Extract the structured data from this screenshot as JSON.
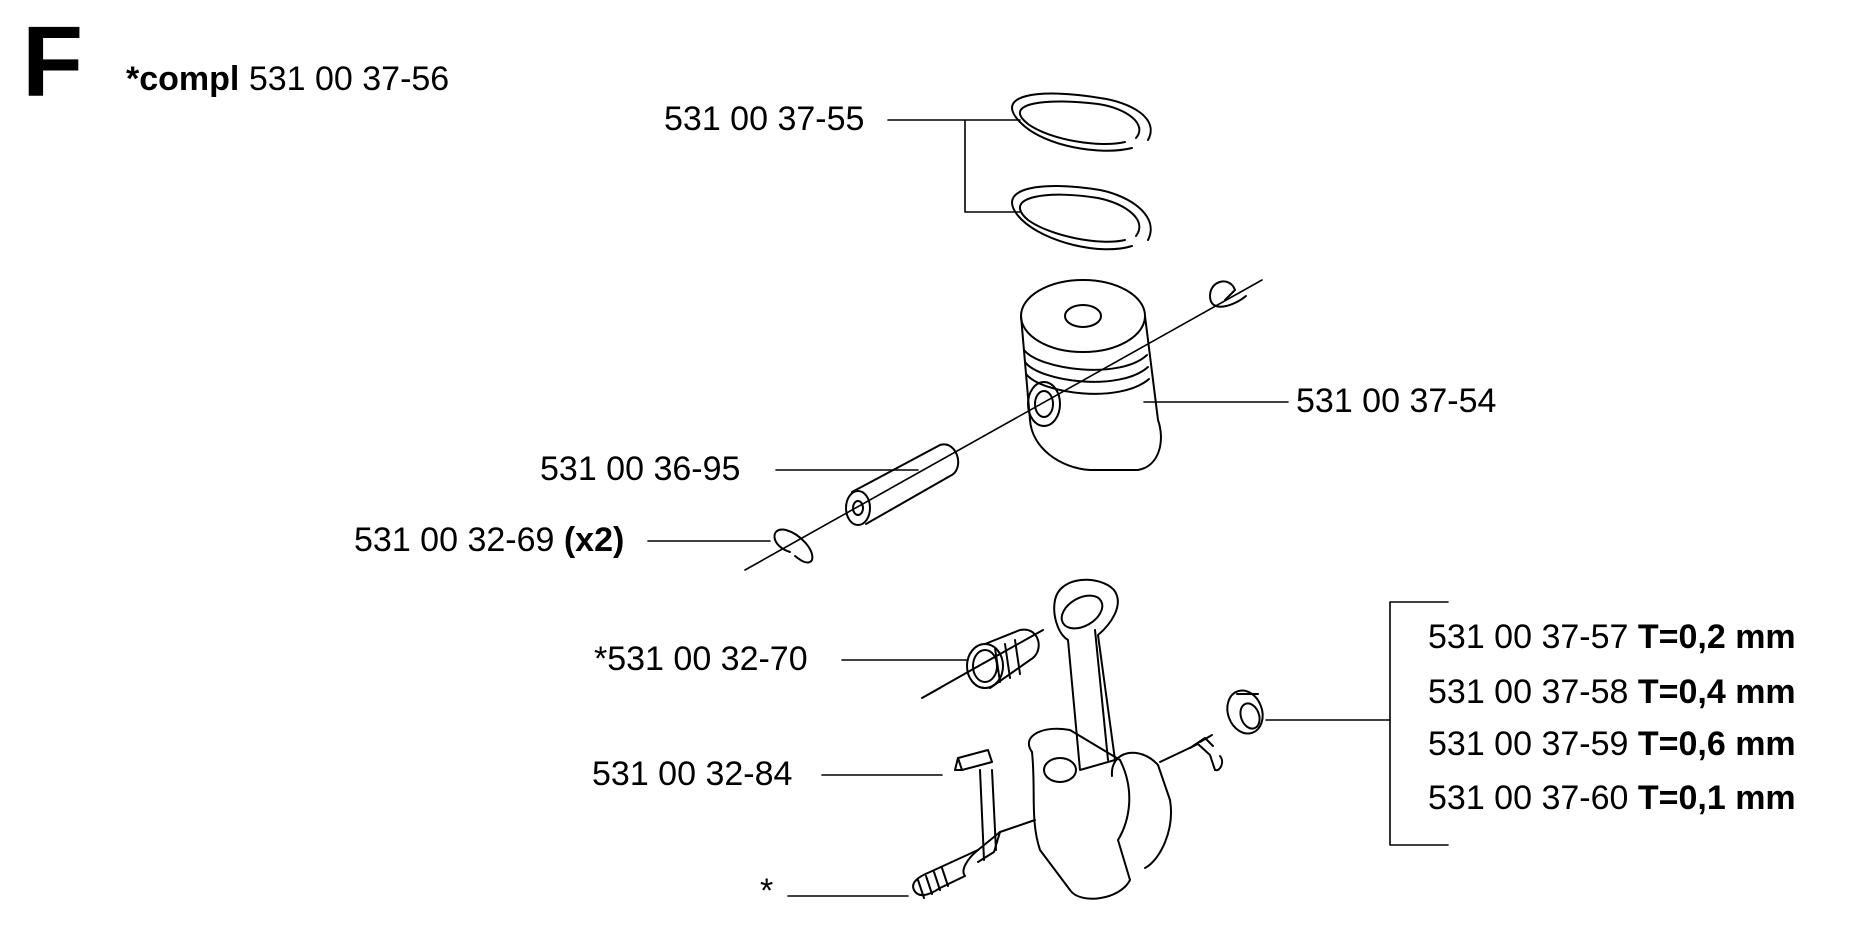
{
  "section_letter": "F",
  "kit": {
    "prefix": "*compl",
    "number": "531 00 37-56"
  },
  "parts": {
    "piston_rings": "531 00 37-55",
    "piston": "531 00 37-54",
    "piston_pin": "531 00 36-95",
    "circlip": {
      "number": "531 00 32-69",
      "qty": "(x2)"
    },
    "needle_bearing": "*531 00 32-70",
    "key": "531 00 32-84",
    "crankshaft_marker": "*",
    "shims": [
      {
        "number": "531 00 37-57",
        "thickness": "T=0,2 mm"
      },
      {
        "number": "531 00 37-58",
        "thickness": "T=0,4 mm"
      },
      {
        "number": "531 00 37-59",
        "thickness": "T=0,6 mm"
      },
      {
        "number": "531 00 37-60",
        "thickness": "T=0,1 mm"
      }
    ]
  },
  "colors": {
    "line": "#000000",
    "background": "#ffffff"
  }
}
